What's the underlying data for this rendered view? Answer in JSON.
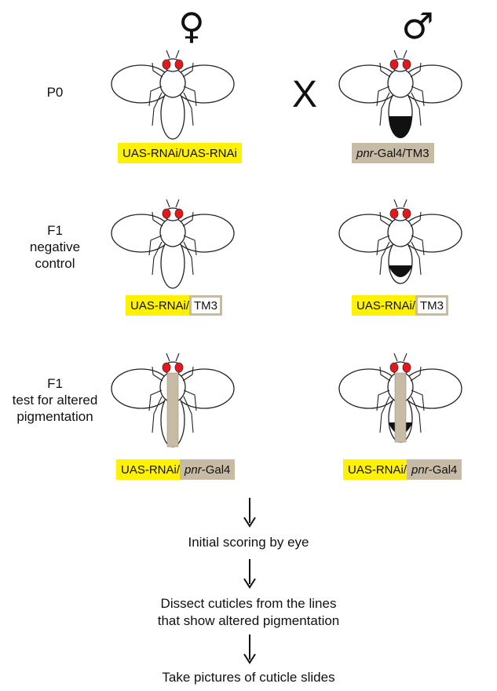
{
  "symbols": {
    "female": "♀",
    "male": "♂",
    "cross": "X"
  },
  "generations": {
    "p0": "P0",
    "f1_control": [
      "F1",
      "negative",
      "control"
    ],
    "f1_test": [
      "F1",
      "test for altered",
      "pigmentation"
    ]
  },
  "genotypes": {
    "p0_female": "UAS-RNAi/UAS-RNAi",
    "p0_male_a": "pnr",
    "p0_male_b": "-Gal4/TM3",
    "f1c_a": "UAS-RNAi/",
    "f1c_b": "TM3",
    "f1t_a": "UAS-RNAi/",
    "f1t_b": "pnr",
    "f1t_c": "-Gal4"
  },
  "steps": [
    "Initial scoring by eye",
    "Dissect cuticles from the lines",
    "that show altered pigmentation",
    "Take pictures of cuticle slides"
  ],
  "colors": {
    "eye": "#e8161a",
    "yellow": "#fff200",
    "tan": "#c8bba6",
    "pigment": "#111111"
  }
}
